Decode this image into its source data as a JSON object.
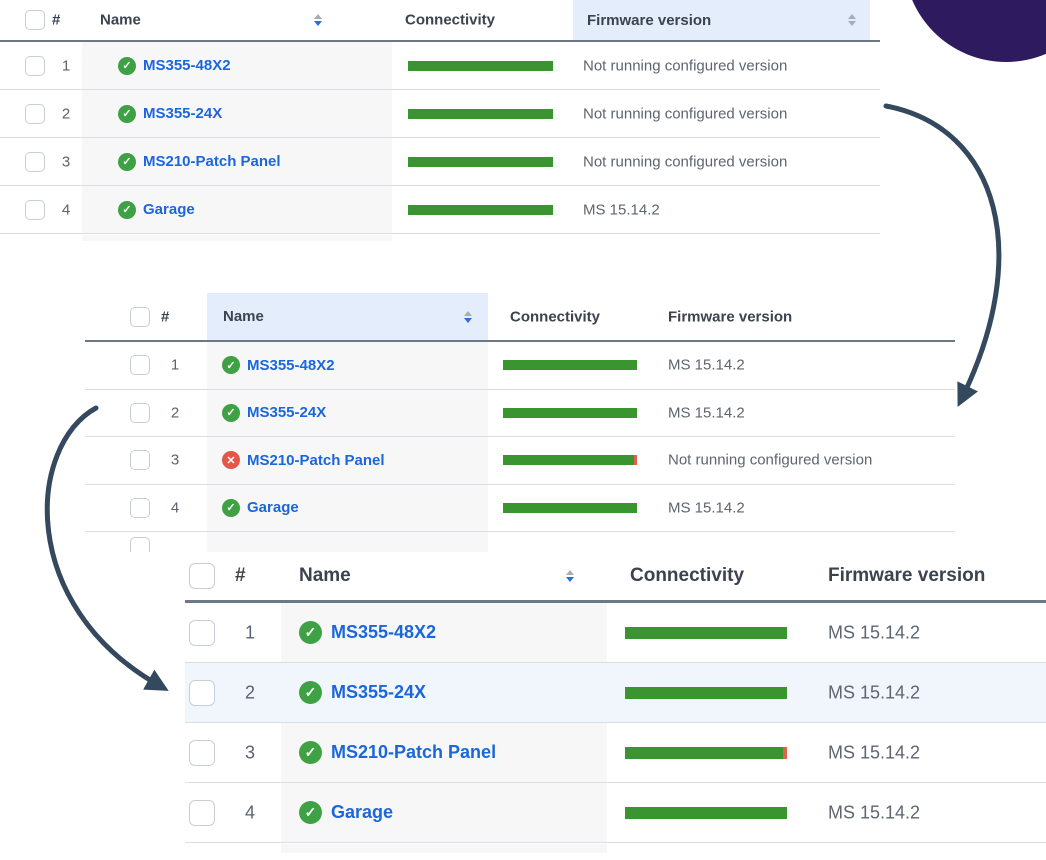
{
  "decor": {
    "circle_color": "#2e1a5e",
    "arrow_color": "#34495e"
  },
  "colors": {
    "link_blue": "#1a66db",
    "status_ok_green": "#3ea144",
    "status_error_red": "#e4564a",
    "connectivity_bar_green": "#3a9430",
    "connectivity_tail_red": "#e2604c",
    "sorted_header_bg": "#e3edfb",
    "highlighted_row_bg": "#f1f6fc"
  },
  "tables": [
    {
      "stage": "stage-1",
      "headers": {
        "number": "#",
        "name": "Name",
        "connectivity": "Connectivity",
        "firmware": "Firmware version"
      },
      "sorted_column_highlight": "firmware",
      "name_sort_state": "desc",
      "firmware_sort_state": "none",
      "rows": [
        {
          "number": "1",
          "status": "ok",
          "name": "MS355-48X2",
          "connectivity": "full",
          "firmware": "Not running configured version"
        },
        {
          "number": "2",
          "status": "ok",
          "name": "MS355-24X",
          "connectivity": "full",
          "firmware": "Not running configured version"
        },
        {
          "number": "3",
          "status": "ok",
          "name": "MS210-Patch Panel",
          "connectivity": "full",
          "firmware": "Not running configured version"
        },
        {
          "number": "4",
          "status": "ok",
          "name": "Garage",
          "connectivity": "full",
          "firmware": "MS 15.14.2"
        }
      ]
    },
    {
      "stage": "stage-2",
      "headers": {
        "number": "#",
        "name": "Name",
        "connectivity": "Connectivity",
        "firmware": "Firmware version"
      },
      "sorted_column_highlight": "name",
      "name_sort_state": "desc",
      "rows": [
        {
          "number": "1",
          "status": "ok",
          "name": "MS355-48X2",
          "connectivity": "full",
          "firmware": "MS 15.14.2"
        },
        {
          "number": "2",
          "status": "ok",
          "name": "MS355-24X",
          "connectivity": "full",
          "firmware": "MS 15.14.2"
        },
        {
          "number": "3",
          "status": "error",
          "name": "MS210-Patch Panel",
          "connectivity": "full",
          "connectivity_tail": "red",
          "firmware": "Not running configured version"
        },
        {
          "number": "4",
          "status": "ok",
          "name": "Garage",
          "connectivity": "full",
          "firmware": "MS 15.14.2"
        }
      ]
    },
    {
      "stage": "stage-3",
      "headers": {
        "number": "#",
        "name": "Name",
        "connectivity": "Connectivity",
        "firmware": "Firmware version"
      },
      "sorted_column_highlight": "none",
      "name_sort_state": "desc",
      "highlighted_row_number": "2",
      "rows": [
        {
          "number": "1",
          "status": "ok",
          "name": "MS355-48X2",
          "connectivity": "full",
          "firmware": "MS 15.14.2"
        },
        {
          "number": "2",
          "status": "ok",
          "name": "MS355-24X",
          "connectivity": "full",
          "firmware": "MS 15.14.2"
        },
        {
          "number": "3",
          "status": "ok",
          "name": "MS210-Patch Panel",
          "connectivity": "full",
          "connectivity_tail": "red",
          "firmware": "MS 15.14.2"
        },
        {
          "number": "4",
          "status": "ok",
          "name": "Garage",
          "connectivity": "full",
          "firmware": "MS 15.14.2"
        }
      ]
    }
  ]
}
